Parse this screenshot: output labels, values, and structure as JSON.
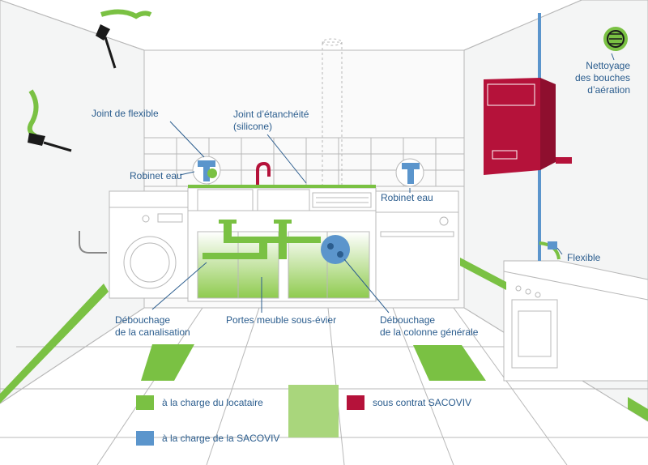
{
  "colors": {
    "tenant_green": "#7ac143",
    "sacoviv_blue": "#5b95cc",
    "contract_red": "#b5123a",
    "label_blue": "#2b5d8e",
    "line_gray": "#b8b8b8"
  },
  "labels": {
    "joint_flexible": "Joint de flexible",
    "joint_seal": "Joint d’étanchéité",
    "joint_seal_2": "(silicone)",
    "faucet_left": "Robinet eau",
    "faucet_right": "Robinet eau",
    "vent_1": "Nettoyage",
    "vent_2": "des bouches",
    "vent_3": "d’aération",
    "flexible": "Flexible",
    "unclog_pipe_1": "Débouchage",
    "unclog_pipe_2": "de la canalisation",
    "cabinet_doors": "Portes meuble sous-évier",
    "unclog_column_1": "Débouchage",
    "unclog_column_2": "de la colonne générale"
  },
  "legend": {
    "tenant": "à la charge du locataire",
    "sacoviv": "à la charge de la SACOVIV",
    "contract": "sous contrat SACOVIV"
  },
  "icons": [
    "paintbrush-icon",
    "vent-grille-icon",
    "faucet-icon",
    "drain-plunger-icon"
  ]
}
